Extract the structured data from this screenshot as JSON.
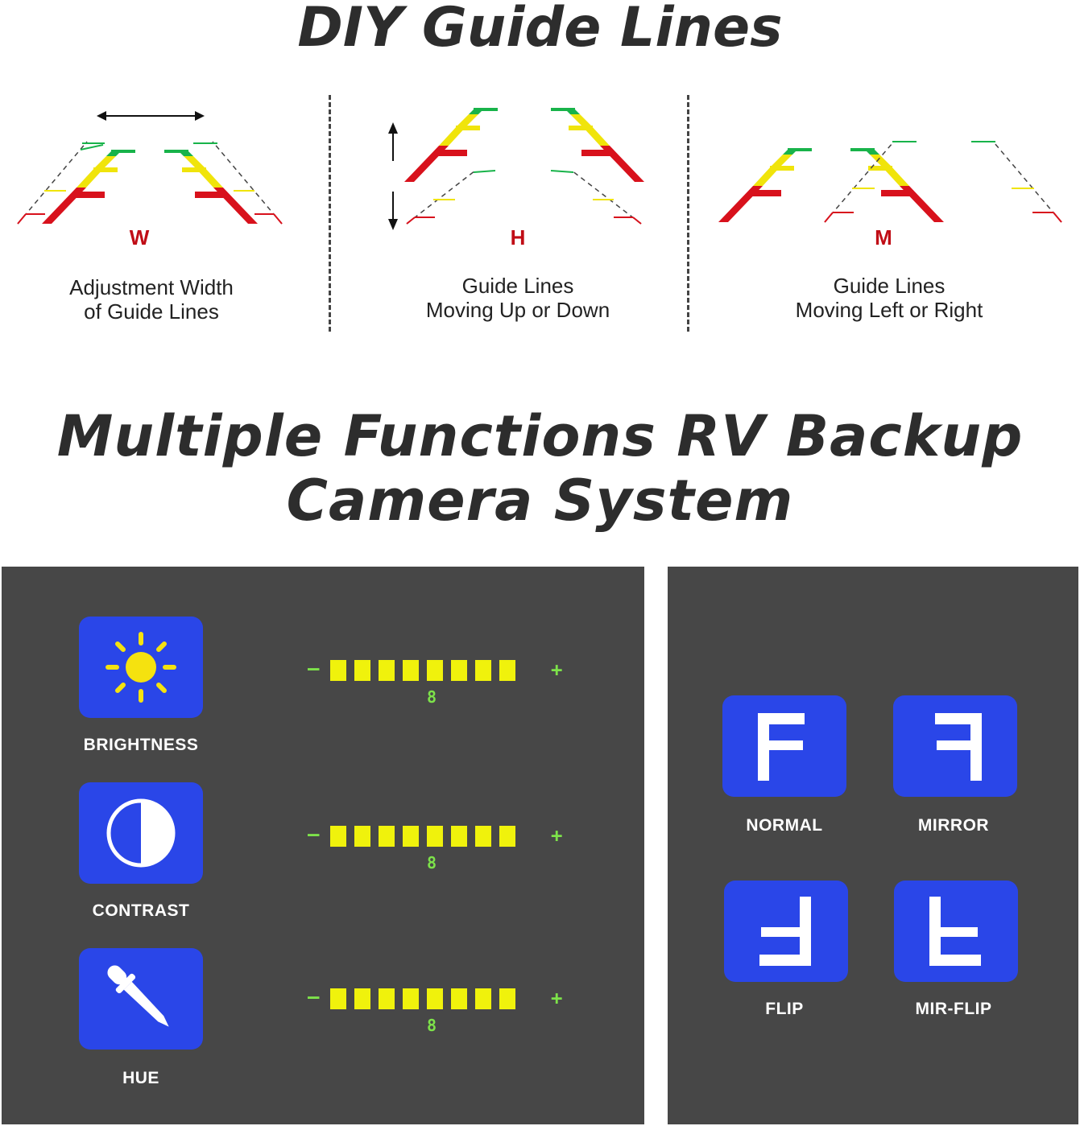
{
  "titles": {
    "top": "DIY Guide Lines",
    "bottom_line1": "Multiple Functions RV Backup",
    "bottom_line2": "Camera System"
  },
  "guide_sections": [
    {
      "letter": "W",
      "caption_line1": "Adjustment Width",
      "caption_line2": "of Guide Lines"
    },
    {
      "letter": "H",
      "caption_line1": "Guide Lines",
      "caption_line2": "Moving Up or Down"
    },
    {
      "letter": "M",
      "caption_line1": "Guide Lines",
      "caption_line2": "Moving Left or Right"
    }
  ],
  "image_settings": [
    {
      "label": "BRIGHTNESS",
      "icon": "sun-icon",
      "minus": "–",
      "plus": "+",
      "level_segments": 8,
      "total_segments": 8,
      "value": "8"
    },
    {
      "label": "CONTRAST",
      "icon": "contrast-icon",
      "minus": "–",
      "plus": "+",
      "level_segments": 8,
      "total_segments": 8,
      "value": "8"
    },
    {
      "label": "HUE",
      "icon": "eyedropper-icon",
      "minus": "–",
      "plus": "+",
      "level_segments": 8,
      "total_segments": 8,
      "value": "8"
    }
  ],
  "orientation_modes": [
    {
      "label": "NORMAL",
      "icon": "f-normal-icon"
    },
    {
      "label": "MIRROR",
      "icon": "f-mirror-icon"
    },
    {
      "label": "FLIP",
      "icon": "f-flip-icon"
    },
    {
      "label": "MIR-FLIP",
      "icon": "f-mirflip-icon"
    }
  ],
  "colors": {
    "icon_bg": "#2a46e8",
    "panel_bg": "#474747",
    "segment": "#f0f20c",
    "indicator": "#7de24a",
    "guide_red": "#d8111c",
    "guide_yellow": "#f0e40b",
    "guide_green": "#18b34a",
    "letter_red": "#c00d16"
  }
}
